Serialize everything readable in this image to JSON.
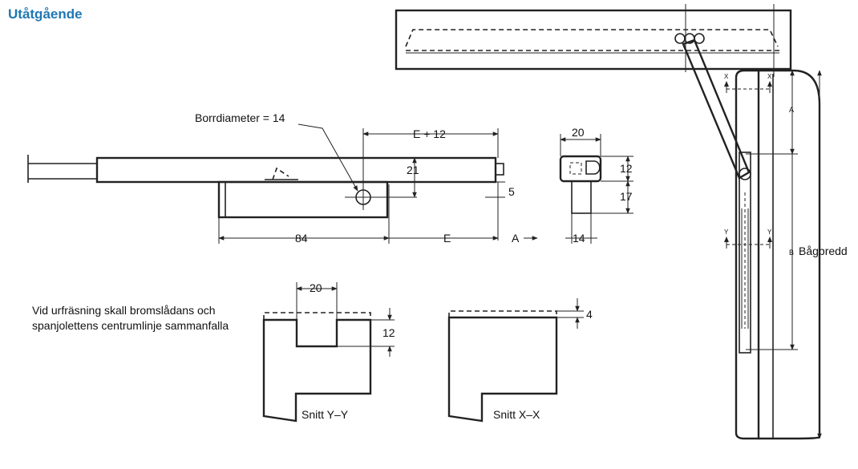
{
  "title": {
    "text": "Utåtgående",
    "color": "#1f77b4"
  },
  "main_view": {
    "drill_label": "Borrdiameter = 14",
    "dim_e_plus_12": "E + 12",
    "dim_21": "21",
    "dim_5": "5",
    "dim_84": "84",
    "dim_e": "E",
    "dim_a": "A"
  },
  "side_view": {
    "dim_20": "20",
    "dim_12": "12",
    "dim_17": "17",
    "dim_14": "14"
  },
  "note": {
    "line1": "Vid urfräsning skall bromslådans och",
    "line2": "spanjolettens centrumlinje sammanfalla"
  },
  "section_yy": {
    "dim_20": "20",
    "dim_12": "12",
    "label": "Snitt Y–Y"
  },
  "section_xx": {
    "dim_4": "4",
    "label": "Snitt X–X"
  },
  "frame_view": {
    "mark_x": "X",
    "mark_y": "Y",
    "dim_a": "A",
    "dim_b": "B",
    "bagbredd": "Bågbredd"
  }
}
